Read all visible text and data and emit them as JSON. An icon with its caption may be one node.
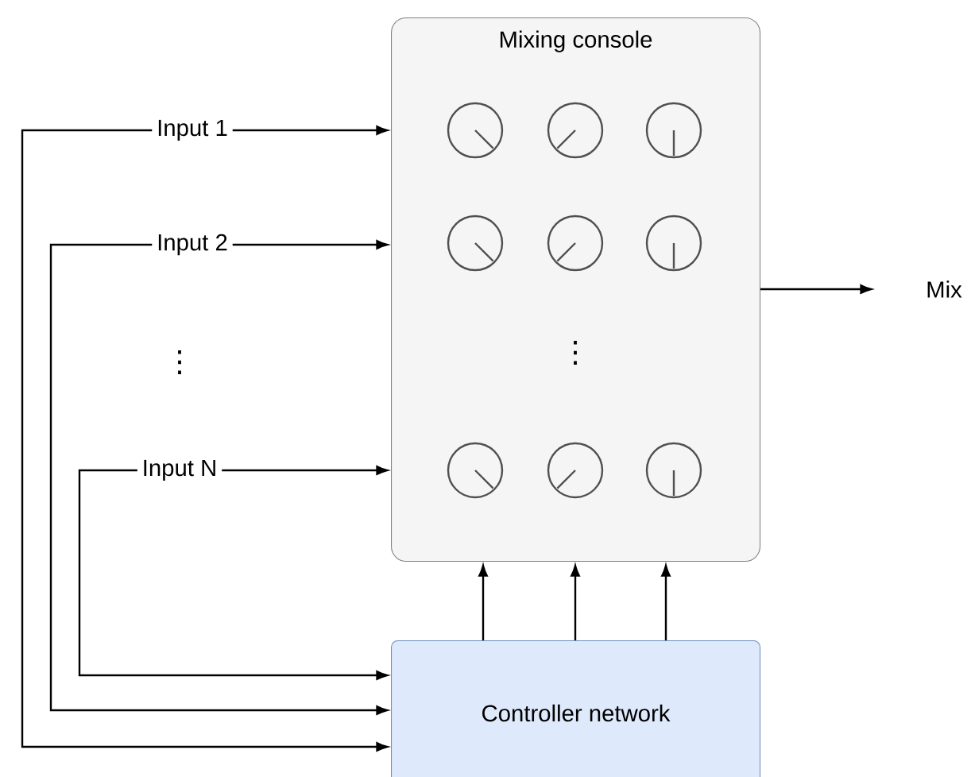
{
  "diagram": {
    "nodes": [
      {
        "text": [
          "Mixing console"
        ]
      },
      {
        "text": [
          "Controller network"
        ]
      },
      {
        "text": [
          "Input 1"
        ]
      },
      {
        "text": [
          "Input 2"
        ]
      },
      {
        "text": [
          "Input N"
        ]
      },
      {
        "text": [
          "Mix"
        ]
      }
    ],
    "edges": [
      {
        "from": 2,
        "to": 0,
        "arrow": "to"
      },
      {
        "from": 3,
        "to": 0,
        "arrow": "to"
      },
      {
        "from": 4,
        "to": 0,
        "arrow": "to"
      },
      {
        "from": 0,
        "to": 5,
        "arrow": "to"
      },
      {
        "from": 2,
        "to": 1,
        "arrow": "to"
      },
      {
        "from": 3,
        "to": 1,
        "arrow": "to"
      },
      {
        "from": 4,
        "to": 1,
        "arrow": "to"
      },
      {
        "from": 1,
        "to": 0,
        "arrow": "to"
      },
      {
        "from": 1,
        "to": 0,
        "arrow": "to"
      },
      {
        "from": 1,
        "to": 0,
        "arrow": "to"
      }
    ],
    "labels": [
      "⋮",
      "⋮"
    ]
  }
}
